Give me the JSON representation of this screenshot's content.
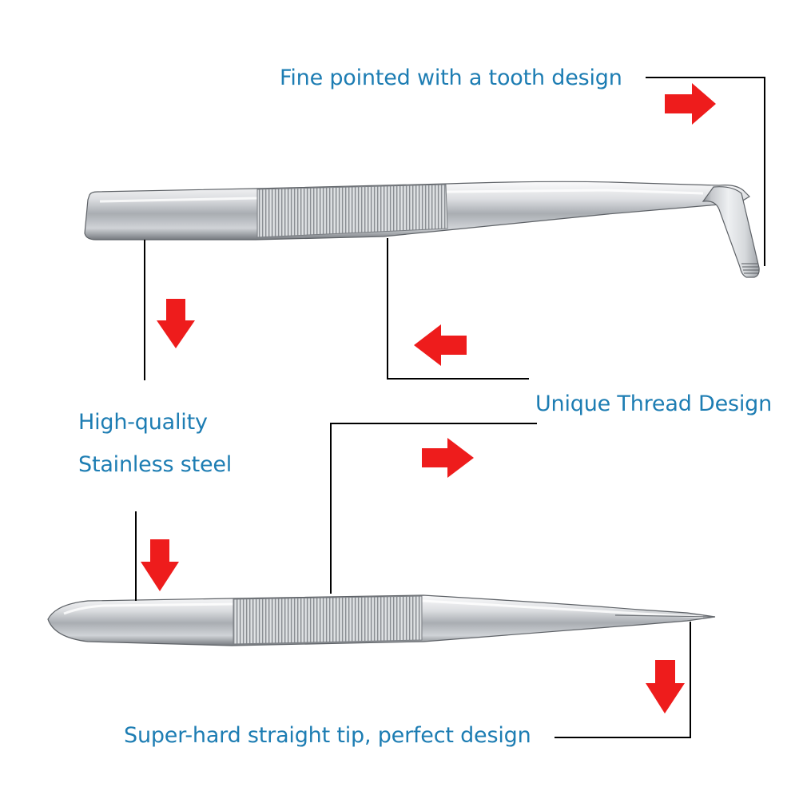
{
  "colors": {
    "label_text": "#1d7db3",
    "arrow": "#ee1c1c",
    "leader_line": "#000000",
    "steel_light": "#f2f3f5",
    "steel_mid": "#b5b8bd",
    "steel_dark": "#6c7075"
  },
  "labels": {
    "fine_pointed": "Fine pointed with a tooth design",
    "unique_thread": "Unique Thread Design",
    "high_quality_line1": "High-quality",
    "high_quality_line2": "Stainless steel",
    "super_hard_tip": "Super-hard straight tip, perfect design"
  },
  "illustrations": {
    "top": "curved-tip-tweezers",
    "bottom": "straight-tip-tweezers"
  },
  "arrows": {
    "fine_pointed": "right",
    "unique_thread_top": "left",
    "high_quality_top": "down",
    "unique_thread_bottom": "right",
    "high_quality_bottom": "down",
    "super_hard_tip": "down"
  }
}
